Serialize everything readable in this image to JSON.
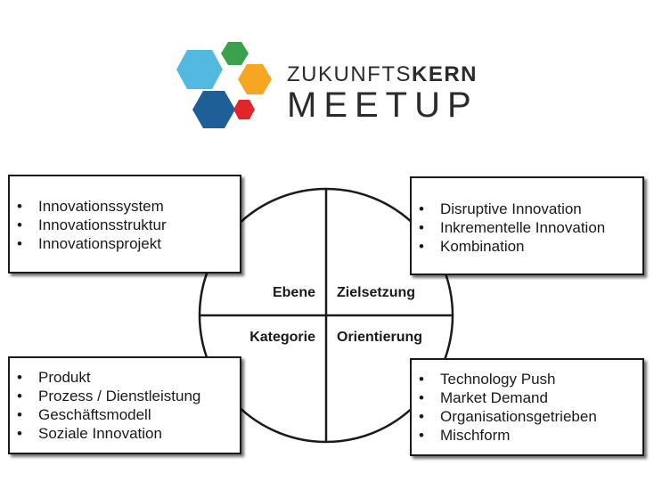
{
  "logo": {
    "brand_line1_regular": "ZUKUNFTS",
    "brand_line1_bold": "KERN",
    "brand_line2": "MEETUP",
    "colors": [
      "#53b9e0",
      "#3aa14d",
      "#f6a623",
      "#1d5f96",
      "#e1262b"
    ]
  },
  "circle": {
    "quadrants": {
      "top_left": "Ebene",
      "top_right": "Zielsetzung",
      "bottom_left": "Kategorie",
      "bottom_right": "Orientierung"
    }
  },
  "boxes": {
    "top_left": {
      "items": [
        "Innovationssystem",
        "Innovationsstruktur",
        "Innovationsprojekt"
      ]
    },
    "top_right": {
      "items": [
        "Disruptive Innovation",
        "Inkrementelle Innovation",
        "Kombination"
      ]
    },
    "bottom_left": {
      "items": [
        "Produkt",
        "Prozess / Dienstleistung",
        "Geschäftsmodell",
        "Soziale Innovation"
      ]
    },
    "bottom_right": {
      "items": [
        "Technology Push",
        "Market Demand",
        "Organisationsgetrieben",
        "Mischform"
      ]
    }
  }
}
